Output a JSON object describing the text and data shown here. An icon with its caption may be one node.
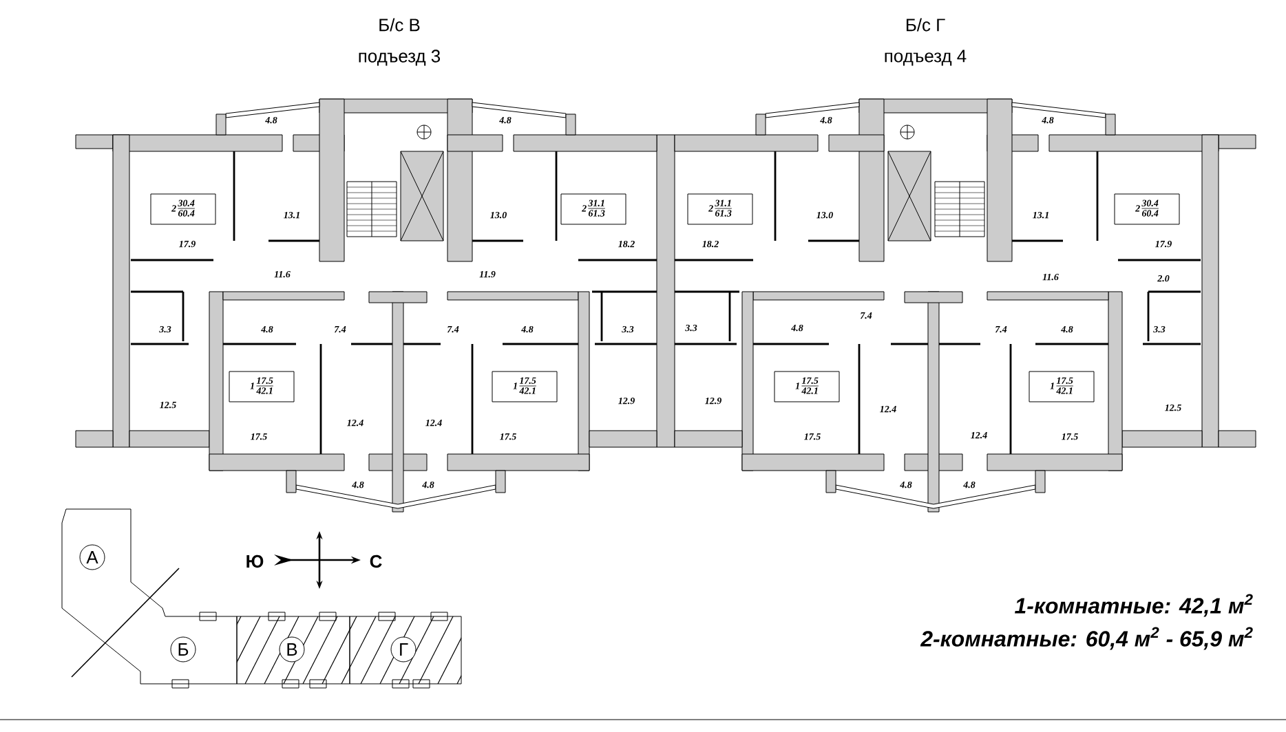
{
  "diagram": {
    "nodes": [
      {
        "text": [
          "2",
          "30.4",
          "60.4"
        ]
      },
      {
        "text": [
          "2",
          "31.1",
          "61.3"
        ]
      },
      {
        "text": [
          "2",
          "31.1",
          "61.3"
        ]
      },
      {
        "text": [
          "2",
          "30.4",
          "60.4"
        ]
      },
      {
        "text": [
          "1",
          "17.5",
          "42.1"
        ]
      },
      {
        "text": [
          "1",
          "17.5",
          "42.1"
        ]
      },
      {
        "text": [
          "1",
          "17.5",
          "42.1"
        ]
      },
      {
        "text": [
          "1",
          "17.5",
          "42.1"
        ]
      },
      {
        "text": [
          "А"
        ]
      },
      {
        "text": [
          "Б"
        ]
      },
      {
        "text": [
          "В"
        ]
      },
      {
        "text": [
          "Г"
        ]
      }
    ],
    "labels": [
      "Б/с В",
      "подъезд 3",
      "Б/с Г",
      "подъезд 4",
      "4.8",
      "4.8",
      "4.8",
      "4.8",
      "13.1",
      "13.0",
      "13.0",
      "13.1",
      "17.9",
      "18.2",
      "18.2",
      "17.9",
      "11.6",
      "11.9",
      "11.6",
      "2.0",
      "3.3",
      "4.8",
      "7.4",
      "7.4",
      "4.8",
      "3.3",
      "3.3",
      "4.8",
      "7.4",
      "7.4",
      "4.8",
      "3.3",
      "12.5",
      "12.9",
      "12.9",
      "12.5",
      "17.5",
      "12.4",
      "12.4",
      "17.5",
      "17.5",
      "12.4",
      "12.4",
      "17.5",
      "4.8",
      "4.8",
      "4.8",
      "4.8",
      "Ю",
      "С",
      "1-комнатные: 42,1 м$^{2}$",
      "2-комнатные: 60,4 м$^{2}$ - 65,9 м$^{2}$"
    ]
  }
}
